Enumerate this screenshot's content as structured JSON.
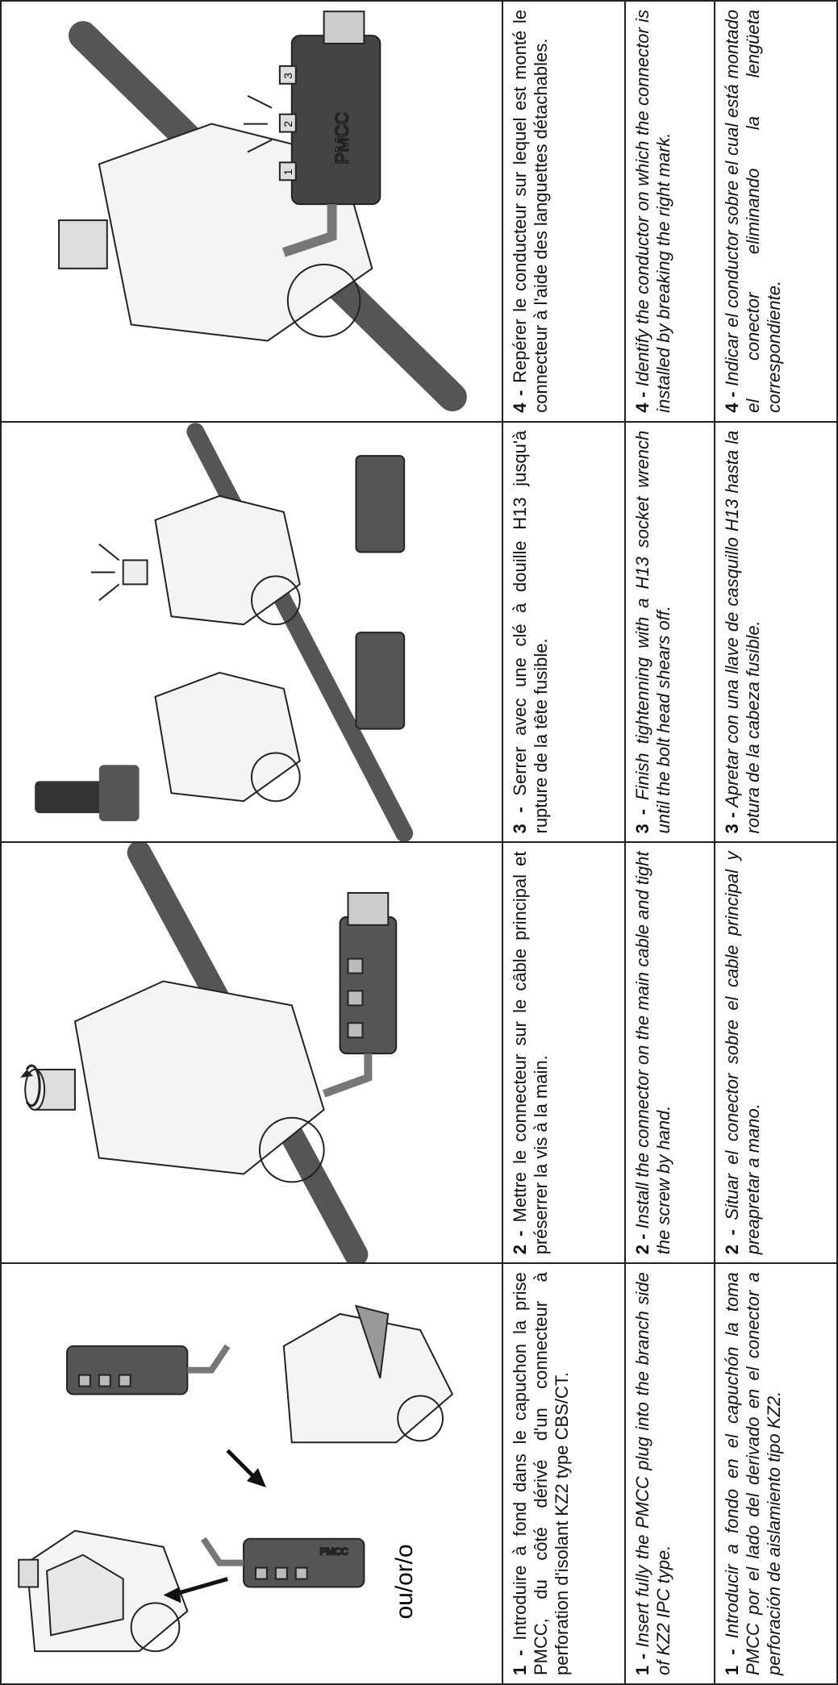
{
  "steps": [
    {
      "images": {
        "alternative_label": "ou/or/o",
        "module_label": "PMCC"
      },
      "fr": {
        "num": "1 -",
        "text": "Introduire à fond dans le capuchon la prise PMCC, du côté dérivé d'un connecteur à perforation d'isolant KZ2 type CBS/CT."
      },
      "en": {
        "num": "1 -",
        "text": "Insert fully the PMCC plug into the branch side of KZ2 IPC type."
      },
      "es": {
        "num": "1 -",
        "text": "Introducir a fondo en el capuchón la toma PMCC por el lado del derivado en el conector a perforación de aislamiento tipo KZ2."
      }
    },
    {
      "fr": {
        "num": "2 -",
        "text": "Mettre le connecteur sur le câble principal et préserrer la vis à la main."
      },
      "en": {
        "num": "2 -",
        "text": "Install the connector on the main cable and tight the screw by hand."
      },
      "es": {
        "num": "2 -",
        "text": "Situar el conector sobre el cable principal y preapretar a mano."
      }
    },
    {
      "fr": {
        "num": "3 -",
        "text": "Serrer avec une clé à douille H13 jusqu'à rupture de la tête fusible."
      },
      "en": {
        "num": "3 -",
        "text": "Finish tightenning with a H13 socket wrench until the bolt head shears off."
      },
      "es": {
        "num": "3 -",
        "text": "Apretar con una llave de casquillo H13 hasta la rotura de la cabeza fusible."
      }
    },
    {
      "images": {
        "module_label": "PMCC",
        "tab_labels": [
          "1",
          "2",
          "3"
        ]
      },
      "fr": {
        "num": "4 -",
        "text": "Repérer le conducteur sur lequel est monté le connecteur à l'aide des languettes détachables."
      },
      "en": {
        "num": "4 -",
        "text": "Identify the conductor on which the connector is installed by breaking the right mark."
      },
      "es": {
        "num": "4 -",
        "text": "Indicar el conductor sobre el cual está montado el conector eliminando la lengüeta correspondiente."
      }
    }
  ]
}
